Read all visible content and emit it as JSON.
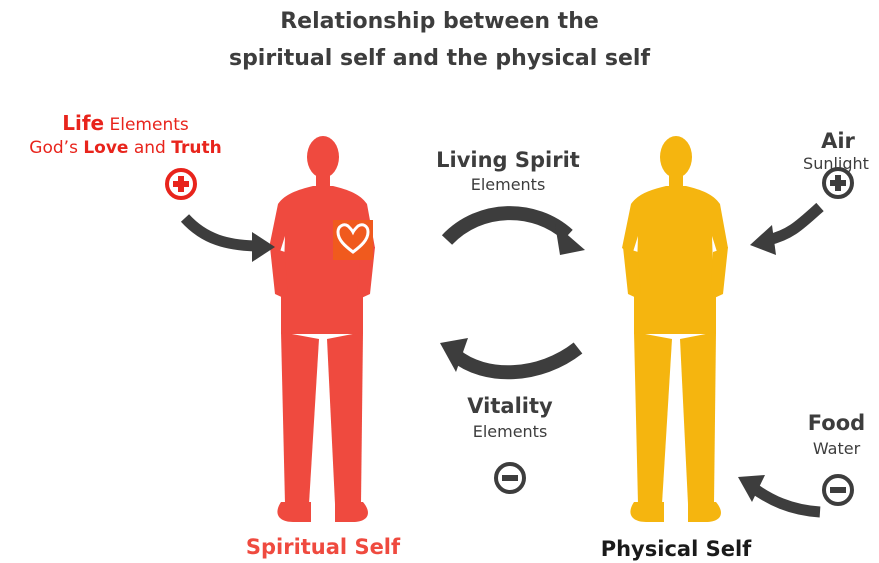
{
  "title": {
    "line1": "Relationship between the",
    "line2": "spiritual self and the physical self"
  },
  "life": {
    "bold": "Life",
    "rest": " Elements",
    "line2_pre": "God’s ",
    "love": "Love",
    "and": " and ",
    "truth": "Truth",
    "sign": "plus"
  },
  "air": {
    "title": "Air",
    "subtitle": "Sunlight",
    "sign": "plus"
  },
  "food": {
    "title": "Food",
    "subtitle": "Water",
    "sign": "minus"
  },
  "living_spirit": {
    "title": "Living Spirit",
    "subtitle": "Elements"
  },
  "vitality": {
    "title": "Vitality",
    "subtitle": "Elements",
    "sign": "minus"
  },
  "spiritual_self": {
    "label": "Spiritual Self",
    "color": "#ef4a3f"
  },
  "physical_self": {
    "label": "Physical Self",
    "color": "#f5b50f"
  },
  "colors": {
    "accent_red": "#e8241c",
    "arrow": "#3d3d3d",
    "text": "#3d3d3d",
    "heart_box": "#f05a1e"
  }
}
